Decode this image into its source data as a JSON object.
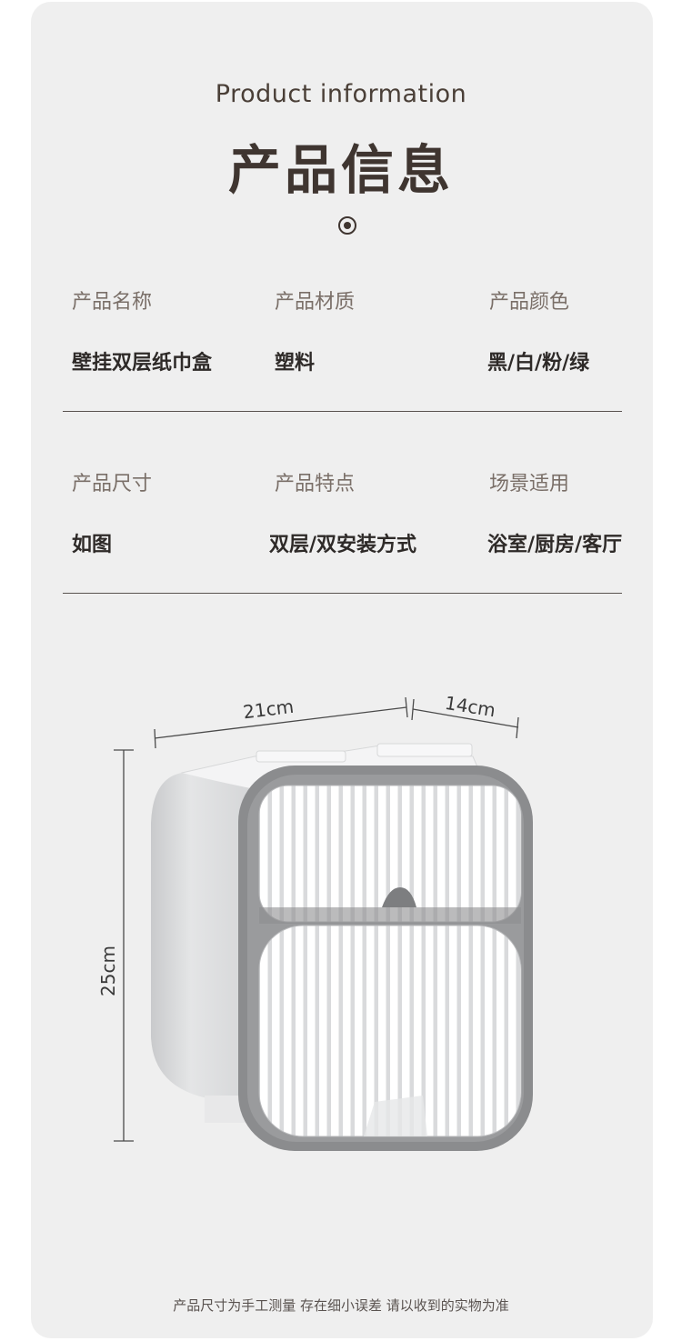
{
  "header": {
    "en_title": "Product information",
    "cn_title": "产品信息"
  },
  "specs": [
    {
      "label": "产品名称",
      "value": "壁挂双层纸巾盒"
    },
    {
      "label": "产品材质",
      "value": "塑料"
    },
    {
      "label": "产品颜色",
      "value": "黑/白/粉/绿"
    },
    {
      "label": "产品尺寸",
      "value": "如图"
    },
    {
      "label": "产品特点",
      "value": "双层/双安装方式"
    },
    {
      "label": "场景适用",
      "value": "浴室/厨房/客厅"
    }
  ],
  "dimensions": {
    "width": "21cm",
    "depth": "14cm",
    "height": "25cm"
  },
  "footer": {
    "note": "产品尺寸为手工测量 存在细小误差 请以收到的实物为准"
  }
}
